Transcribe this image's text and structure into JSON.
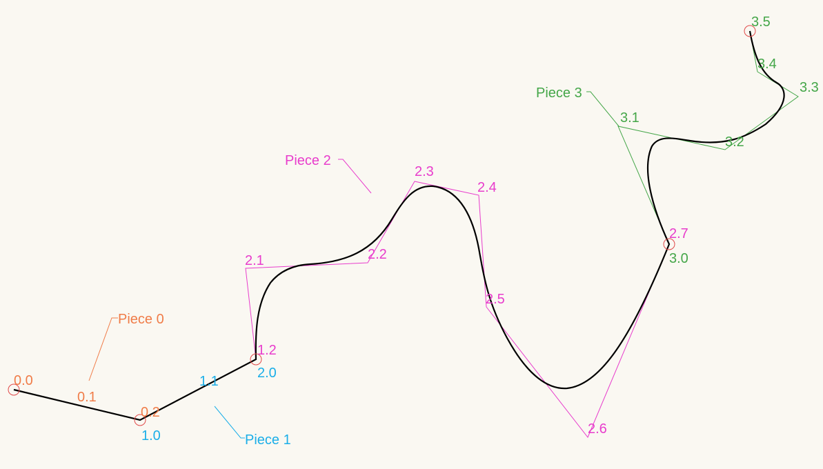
{
  "colors": {
    "background": "#faf8f2",
    "curve": "#000000",
    "piece0": "#f07c48",
    "piece1": "#1aaee8",
    "piece2": "#e83ccc",
    "piece3": "#44a648",
    "joint_marker": "#e04848"
  },
  "pieces": [
    {
      "label": "Piece 0",
      "points": [
        "0.0",
        "0.1",
        "0.2"
      ]
    },
    {
      "label": "Piece 1",
      "points": [
        "1.0",
        "1.1",
        "1.2"
      ]
    },
    {
      "label": "Piece 2",
      "points": [
        "2.0",
        "2.1",
        "2.2",
        "2.3",
        "2.4",
        "2.5",
        "2.6",
        "2.7"
      ]
    },
    {
      "label": "Piece 3",
      "points": [
        "3.0",
        "3.1",
        "3.2",
        "3.3",
        "3.4",
        "3.5"
      ]
    }
  ]
}
